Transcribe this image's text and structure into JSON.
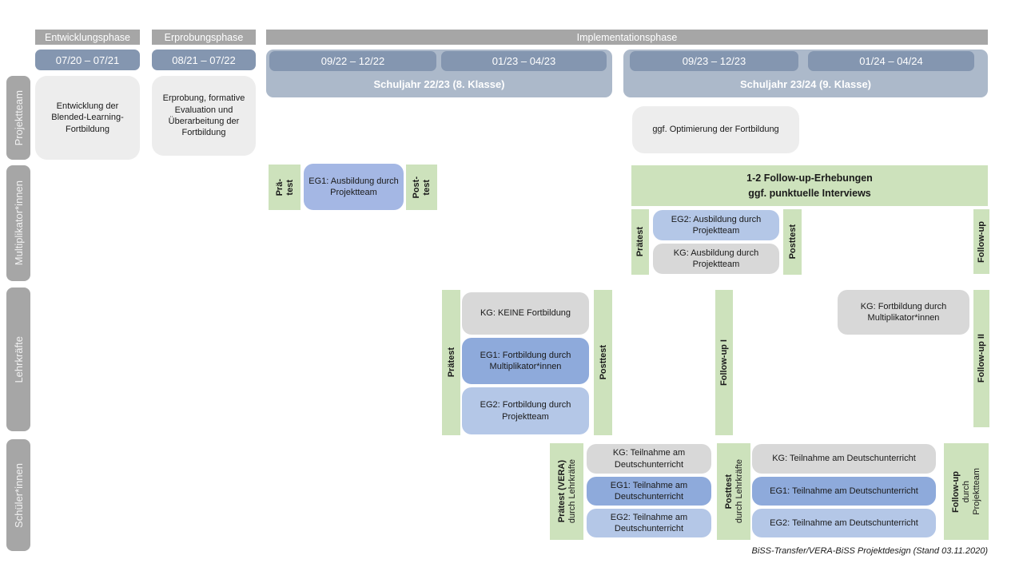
{
  "header": {
    "phases": [
      {
        "label": "Entwicklungsphase"
      },
      {
        "label": "Erprobungsphase"
      },
      {
        "label": "Implementationsphase"
      }
    ],
    "periods": [
      "07/20 – 07/21",
      "08/21 – 07/22",
      "09/22 – 12/22",
      "01/23 – 04/23",
      "09/23 – 12/23",
      "01/24 – 04/24"
    ],
    "school_years": [
      "Schuljahr 22/23 (8. Klasse)",
      "Schuljahr 23/24 (9. Klasse)"
    ]
  },
  "rows": {
    "projektteam": {
      "label": "Projektteam",
      "entwicklung": "Entwicklung der Blended-Learning-Fortbildung",
      "erprobung": "Erprobung, formative Evaluation und Überarbeitung der Fortbildung",
      "optimierung": "ggf. Optimierung der Fortbildung"
    },
    "multiplikatoren": {
      "label": "Multiplikator*innen",
      "praetest_lines": [
        "Prä-",
        "test"
      ],
      "eg1": "EG1: Ausbildung durch Projektteam",
      "posttest_lines": [
        "Post-",
        "test"
      ],
      "followup_box_lines": [
        "1-2 Follow-up-Erhebungen",
        "ggf. punktuelle Interviews"
      ],
      "praetest2": "Prätest",
      "eg2": "EG2: Ausbildung durch Projektteam",
      "kg": "KG: Ausbildung durch Projektteam",
      "posttest2": "Posttest",
      "followup": "Follow-up"
    },
    "lehrkraefte": {
      "label": "Lehrkräfte",
      "praetest": "Prätest",
      "kg": "KG: KEINE Fortbildung",
      "eg1": "EG1: Fortbildung durch Multiplikator*innen",
      "eg2": "EG2: Fortbildung durch Projektteam",
      "posttest": "Posttest",
      "followup1": "Follow-up I",
      "kg2": "KG: Fortbildung durch Multiplikator*innen",
      "followup2": "Follow-up II"
    },
    "schueler": {
      "label": "Schüler*innen",
      "praetest_lines": [
        "Prätest (VERA)",
        "durch Lehrkräfte"
      ],
      "set1": {
        "kg": "KG: Teilnahme am Deutschunterricht",
        "eg1": "EG1: Teilnahme am Deutschunterricht",
        "eg2": "EG2: Teilnahme am Deutschunterricht"
      },
      "posttest_lines": [
        "Posttest",
        "durch Lehrkräfte"
      ],
      "set2": {
        "kg": "KG: Teilnahme am Deutschunterricht",
        "eg1": "EG1: Teilnahme am Deutschunterricht",
        "eg2": "EG2: Teilnahme am Deutschunterricht"
      },
      "followup_lines": [
        "Follow-up",
        "durch",
        "Projektteam"
      ]
    }
  },
  "footer": {
    "caption": "BiSS-Transfer/VERA-BiSS Projektdesign (Stand 03.11.2020)"
  },
  "colors": {
    "phase": "#a6a6a6",
    "rail": "#a6a6a6",
    "period": "#8496b0",
    "schoolyear": "#acb9ca",
    "green": "#cde2bc",
    "gray_box": "#d8d8d8",
    "light_box": "#ededed",
    "blue_dark": "#8eaadb",
    "blue_mid": "#a4b7e4",
    "blue_light": "#b4c7e7"
  }
}
